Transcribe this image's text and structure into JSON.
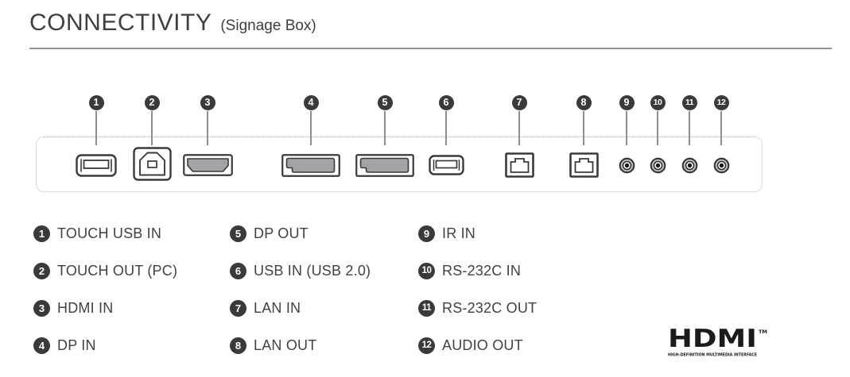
{
  "header": {
    "title": "CONNECTIVITY",
    "subtitle": "(Signage Box)"
  },
  "callouts": [
    "1",
    "2",
    "3",
    "4",
    "5",
    "6",
    "7",
    "8",
    "9",
    "10",
    "11",
    "12"
  ],
  "legend": {
    "items": [
      {
        "num": "1",
        "label": "TOUCH USB IN"
      },
      {
        "num": "2",
        "label": "TOUCH OUT (PC)"
      },
      {
        "num": "3",
        "label": "HDMI IN"
      },
      {
        "num": "4",
        "label": "DP IN"
      },
      {
        "num": "5",
        "label": "DP OUT"
      },
      {
        "num": "6",
        "label": "USB IN (USB 2.0)"
      },
      {
        "num": "7",
        "label": "LAN IN"
      },
      {
        "num": "8",
        "label": "LAN OUT"
      },
      {
        "num": "9",
        "label": "IR IN"
      },
      {
        "num": "10",
        "label": "RS-232C IN"
      },
      {
        "num": "11",
        "label": "RS-232C OUT"
      },
      {
        "num": "12",
        "label": "AUDIO OUT"
      }
    ]
  },
  "hdmi_logo": {
    "wordmark": "HDMI",
    "trademark": "TM",
    "tagline": "HIGH-DEFINITION MULTIMEDIA INTERFACE"
  },
  "colors": {
    "badge_dark": "#3a3a3c",
    "port_outline": "#3a3a3a",
    "port_fill_gray": "#a2a3a7",
    "text": "#414141",
    "leader_line": "#8e8e8e",
    "panel_border": "#b1b1b1"
  }
}
